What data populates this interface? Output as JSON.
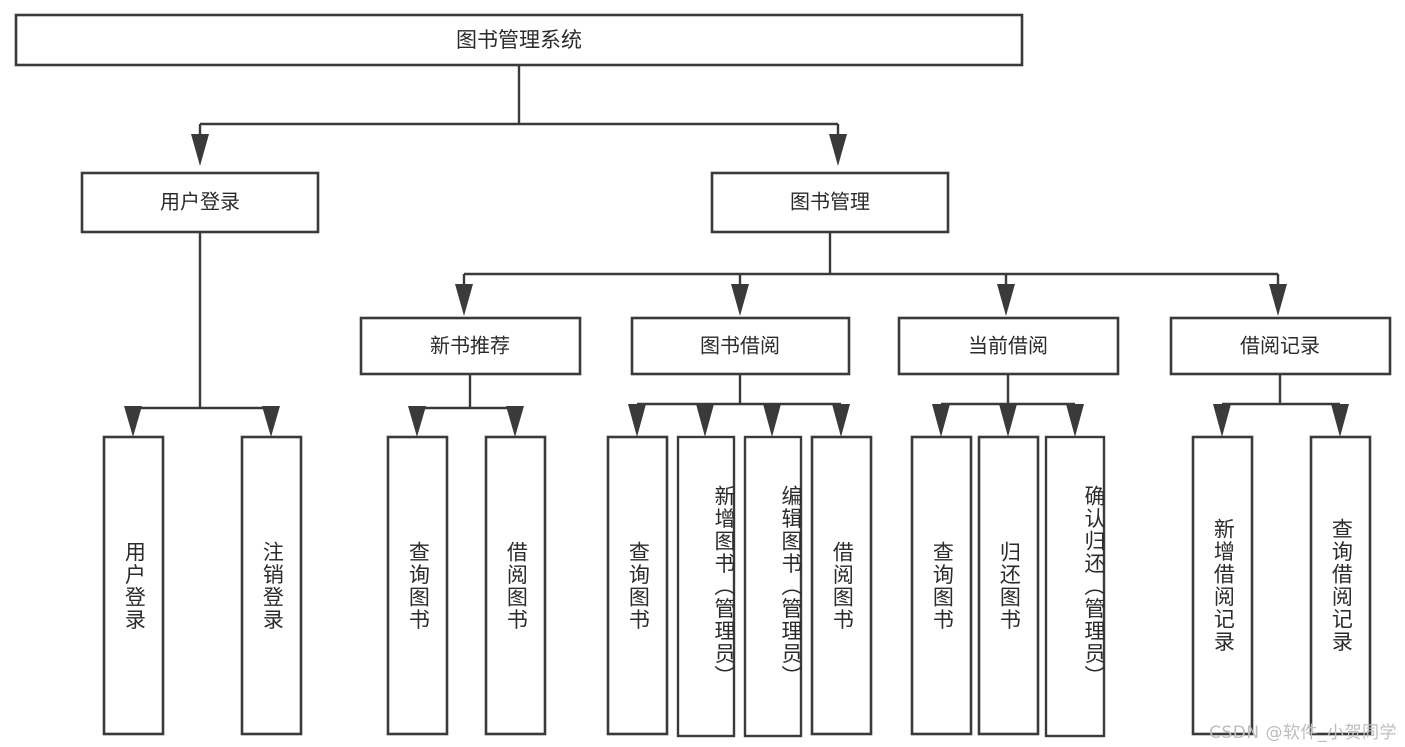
{
  "diagram": {
    "type": "tree",
    "title_node": {
      "label": "图书管理系统"
    },
    "level1": [
      {
        "label": "用户登录"
      },
      {
        "label": "图书管理"
      }
    ],
    "level2": [
      {
        "label": "新书推荐"
      },
      {
        "label": "图书借阅"
      },
      {
        "label": "当前借阅"
      },
      {
        "label": "借阅记录"
      }
    ],
    "leaves": {
      "user_login": [
        {
          "label": "用户登录"
        },
        {
          "label": "注销登录"
        }
      ],
      "new_book_recommend": [
        {
          "label": "查询图书"
        },
        {
          "label": "借阅图书"
        }
      ],
      "book_borrow": [
        {
          "label": "查询图书"
        },
        {
          "label": "新增图书（管理员）"
        },
        {
          "label": "编辑图书（管理员）"
        },
        {
          "label": "借阅图书"
        }
      ],
      "current_borrow": [
        {
          "label": "查询图书"
        },
        {
          "label": "归还图书"
        },
        {
          "label": "确认归还（管理员）"
        }
      ],
      "borrow_record": [
        {
          "label": "新增借阅记录"
        },
        {
          "label": "查询借阅记录"
        }
      ]
    }
  },
  "watermark": {
    "text": "CSDN @软件_小贺同学"
  },
  "colors": {
    "stroke": "#3a3a3a",
    "text": "#2b2b2b",
    "background": "#ffffff",
    "watermark": "#bdbdbd"
  }
}
